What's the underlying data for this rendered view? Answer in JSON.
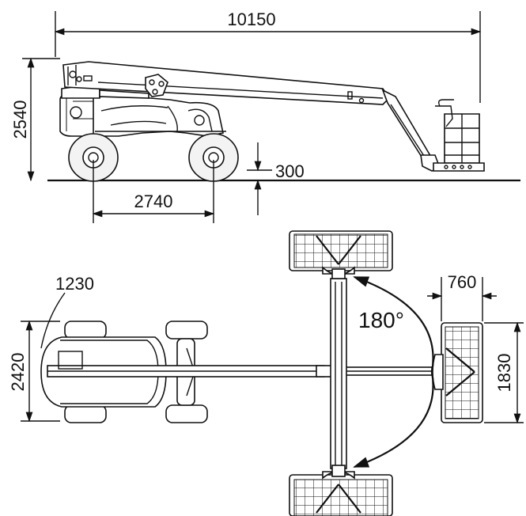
{
  "dimensions": {
    "overall_length": "10150",
    "overall_height": "2540",
    "wheelbase": "2740",
    "ground_clearance": "300",
    "rear_overhang": "1230",
    "overall_width": "2420",
    "platform_depth": "760",
    "platform_width": "1830",
    "jib_rotation": "180°"
  },
  "colors": {
    "line": "#111111",
    "background": "#ffffff"
  }
}
